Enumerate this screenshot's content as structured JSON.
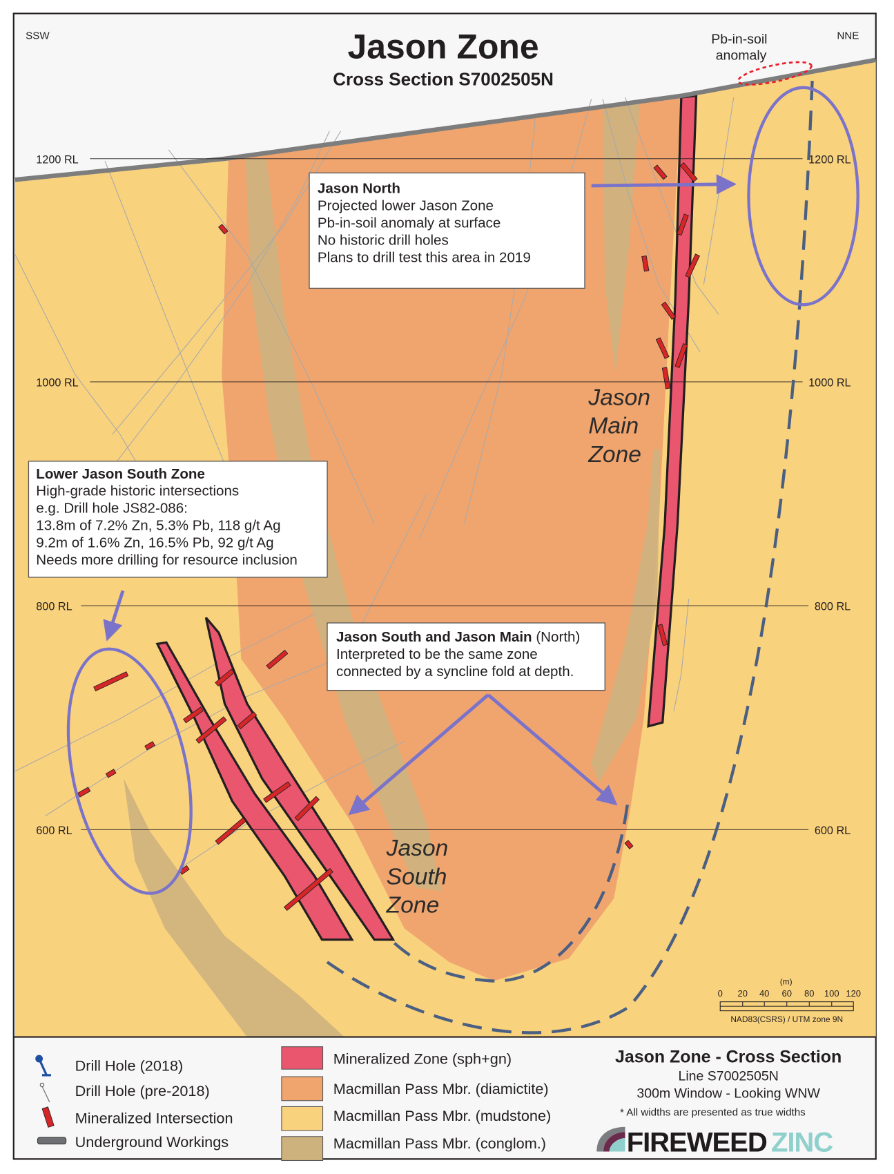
{
  "header": {
    "title": "Jason Zone",
    "subtitle": "Cross Section S7002505N",
    "left_direction": "SSW",
    "right_direction": "NNE",
    "anomaly_label_line1": "Pb-in-soil",
    "anomaly_label_line2": "anomaly"
  },
  "elevation_labels": [
    "1200 RL",
    "1000 RL",
    "800 RL",
    "600 RL"
  ],
  "zone_labels": {
    "main": [
      "Jason",
      "Main",
      "Zone"
    ],
    "south": [
      "Jason",
      "South",
      "Zone"
    ]
  },
  "callouts": {
    "jason_north": {
      "title": "Jason North",
      "lines": [
        "Projected lower Jason Zone",
        "Pb-in-soil anomaly at surface",
        "No historic drill holes",
        "Plans to drill test this area in 2019"
      ]
    },
    "lower_jason_south": {
      "title": "Lower Jason South Zone",
      "lines": [
        "High-grade historic intersections",
        "e.g. Drill hole JS82-086:",
        "13.8m of 7.2% Zn, 5.3% Pb, 118 g/t Ag",
        "9.2m of 1.6% Zn, 16.5% Pb, 92 g/t Ag",
        "Needs more drilling for resource inclusion"
      ]
    },
    "syncline": {
      "title": "Jason South and Jason Main",
      "title_suffix": " (North)",
      "lines": [
        "Interpreted to be the same zone",
        "connected by a syncline fold at depth."
      ]
    }
  },
  "scale_bar": {
    "unit": "(m)",
    "ticks": [
      "0",
      "20",
      "40",
      "60",
      "80",
      "100",
      "120"
    ],
    "projection": "NAD83(CSRS) / UTM zone 9N"
  },
  "legend": {
    "symbols": [
      {
        "label": "Drill Hole (2018)",
        "icon": "drill-hole-2018-icon"
      },
      {
        "label": "Drill Hole (pre-2018)",
        "icon": "drill-hole-pre-2018-icon"
      },
      {
        "label": "Mineralized Intersection",
        "icon": "mineralized-intersection-icon"
      },
      {
        "label": "Underground Workings",
        "icon": "underground-workings-icon"
      }
    ],
    "units": [
      {
        "label": "Mineralized Zone (sph+gn)",
        "color": "#E9566E"
      },
      {
        "label": "Macmillan Pass Mbr. (diamictite)",
        "color": "#F0A56F"
      },
      {
        "label": "Macmillan Pass Mbr. (mudstone)",
        "color": "#F9D27E"
      },
      {
        "label": "Macmillan Pass Mbr. (conglom.)",
        "color": "#CDB27E"
      }
    ]
  },
  "info": {
    "title": "Jason Zone - Cross Section",
    "line": "Line S7002505N",
    "window": "300m Window - Looking WNW",
    "note": "* All widths are presented as true widths"
  },
  "logo": {
    "part1": "FIREWEED",
    "part2": "ZINC"
  },
  "colors": {
    "mudstone": "#F9D27E",
    "diamictite": "#F0A56F",
    "conglomerate": "#CDB27E",
    "mineralized": "#E9566E",
    "intersection": "#D62628",
    "annotation": "#7A73C9",
    "fold_trace": "#4A5F82",
    "logo_teal": "#8FD0CC"
  }
}
